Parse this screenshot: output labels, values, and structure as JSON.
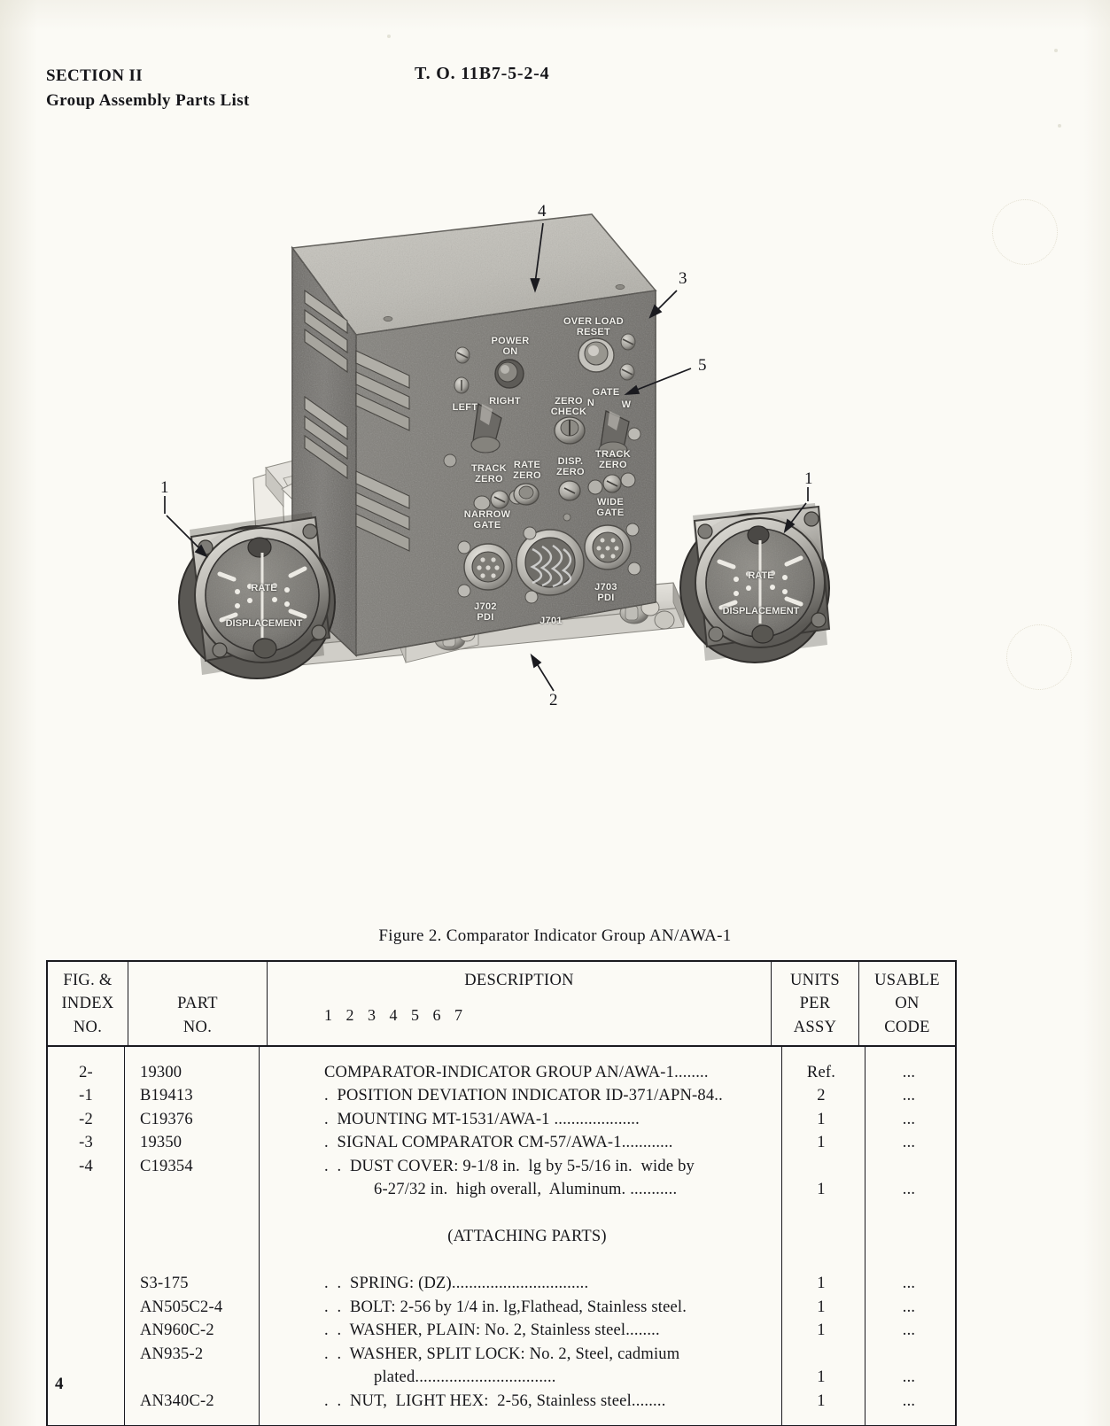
{
  "header": {
    "section": "SECTION II",
    "subtitle": "Group Assembly Parts List",
    "to_number": "T. O.  11B7-5-2-4"
  },
  "figure": {
    "caption": "Figure 2. Comparator Indicator Group AN/AWA-1",
    "callouts": [
      {
        "label": "4"
      },
      {
        "label": "3"
      },
      {
        "label": "5"
      },
      {
        "label": "1"
      },
      {
        "label": "1"
      },
      {
        "label": "2"
      }
    ],
    "panel_labels": {
      "power_on": "POWER\nON",
      "over_load_reset": "OVER LOAD\nRESET",
      "zero_check": "ZERO\nCHECK",
      "left": "LEFT",
      "right": "RIGHT",
      "gate": "GATE",
      "gate_n": "N",
      "gate_w": "W",
      "track_zero_left": "TRACK\nZERO",
      "rate_zero": "RATE\nZERO",
      "disp_zero": "DISP.\nZERO",
      "track_zero_right": "TRACK\nZERO",
      "narrow_gate": "NARROW\nGATE",
      "wide_gate": "WIDE\nGATE",
      "j702": "J702\nPDI",
      "j701": "J701",
      "j703": "J703\nPDI"
    },
    "indicator_dial": {
      "top_label": "RATE",
      "bottom_label": "DISPLACEMENT"
    }
  },
  "table": {
    "headers": {
      "fig_index_no": [
        "FIG. &",
        "INDEX",
        "NO."
      ],
      "part_no": [
        "PART",
        "NO."
      ],
      "description": "DESCRIPTION",
      "description_levels": "1 2 3 4 5 6 7",
      "units_per_assy": [
        "UNITS",
        "PER",
        "ASSY"
      ],
      "usable_on_code": [
        "USABLE",
        "ON",
        "CODE"
      ]
    },
    "rows": [
      {
        "fig": "2-",
        "part": "19300",
        "desc": "COMPARATOR-INDICATOR GROUP AN/AWA-1........",
        "units": "Ref.",
        "code": "..."
      },
      {
        "fig": "-1",
        "part": "B19413",
        "desc": ".  POSITION DEVIATION INDICATOR ID-371/APN-84..",
        "units": "2",
        "code": "..."
      },
      {
        "fig": "-2",
        "part": "C19376",
        "desc": ".  MOUNTING MT-1531/AWA-1 ....................",
        "units": "1",
        "code": "..."
      },
      {
        "fig": "-3",
        "part": "19350",
        "desc": ".  SIGNAL COMPARATOR CM-57/AWA-1............",
        "units": "1",
        "code": "..."
      },
      {
        "fig": "-4",
        "part": "C19354",
        "desc": ".  .  DUST COVER: 9-1/8 in.  lg by 5-5/16 in.  wide by",
        "units": "",
        "code": ""
      },
      {
        "fig": "",
        "part": "",
        "desc": "6-27/32 in.  high overall,  Aluminum. ...........",
        "desc_indent": true,
        "units": "1",
        "code": "..."
      },
      {
        "fig": "",
        "part": "",
        "desc": "",
        "units": "",
        "code": ""
      },
      {
        "fig": "",
        "part": "",
        "desc": "(ATTACHING PARTS)",
        "desc_center": true,
        "units": "",
        "code": ""
      },
      {
        "fig": "",
        "part": "",
        "desc": "",
        "units": "",
        "code": ""
      },
      {
        "fig": "",
        "part": "S3-175",
        "desc": ".  .  SPRING: (DZ)................................",
        "units": "1",
        "code": "..."
      },
      {
        "fig": "",
        "part": "AN505C2-4",
        "desc": ".  .  BOLT: 2-56 by 1/4 in. lg,Flathead, Stainless steel.",
        "units": "1",
        "code": "..."
      },
      {
        "fig": "",
        "part": "AN960C-2",
        "desc": ".  .  WASHER, PLAIN: No. 2, Stainless steel........",
        "units": "1",
        "code": "..."
      },
      {
        "fig": "",
        "part": "AN935-2",
        "desc": ".  .  WASHER, SPLIT LOCK: No. 2, Steel, cadmium",
        "units": "",
        "code": ""
      },
      {
        "fig": "",
        "part": "",
        "desc": "plated.................................",
        "desc_indent": true,
        "units": "1",
        "code": "..."
      },
      {
        "fig": "",
        "part": "AN340C-2",
        "desc": ".  .  NUT,  LIGHT HEX:  2-56, Stainless steel........",
        "units": "1",
        "code": "..."
      }
    ]
  },
  "footer": {
    "page_number": "4"
  }
}
